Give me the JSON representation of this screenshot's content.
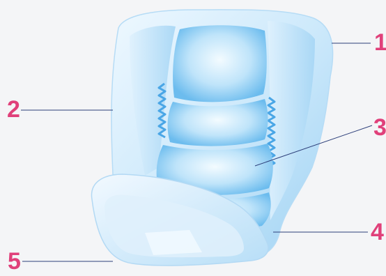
{
  "diagram": {
    "subject": "pad-illustration",
    "background_color": "#f4f5f7",
    "label_color": "#e0407a",
    "leader_color": "#2d3f7a",
    "product_colors": {
      "light": "#e3f2fd",
      "mid": "#a9d8f6",
      "deep": "#5fb3eb"
    },
    "callouts": [
      {
        "number": "1"
      },
      {
        "number": "2"
      },
      {
        "number": "3"
      },
      {
        "number": "4"
      },
      {
        "number": "5"
      }
    ]
  }
}
